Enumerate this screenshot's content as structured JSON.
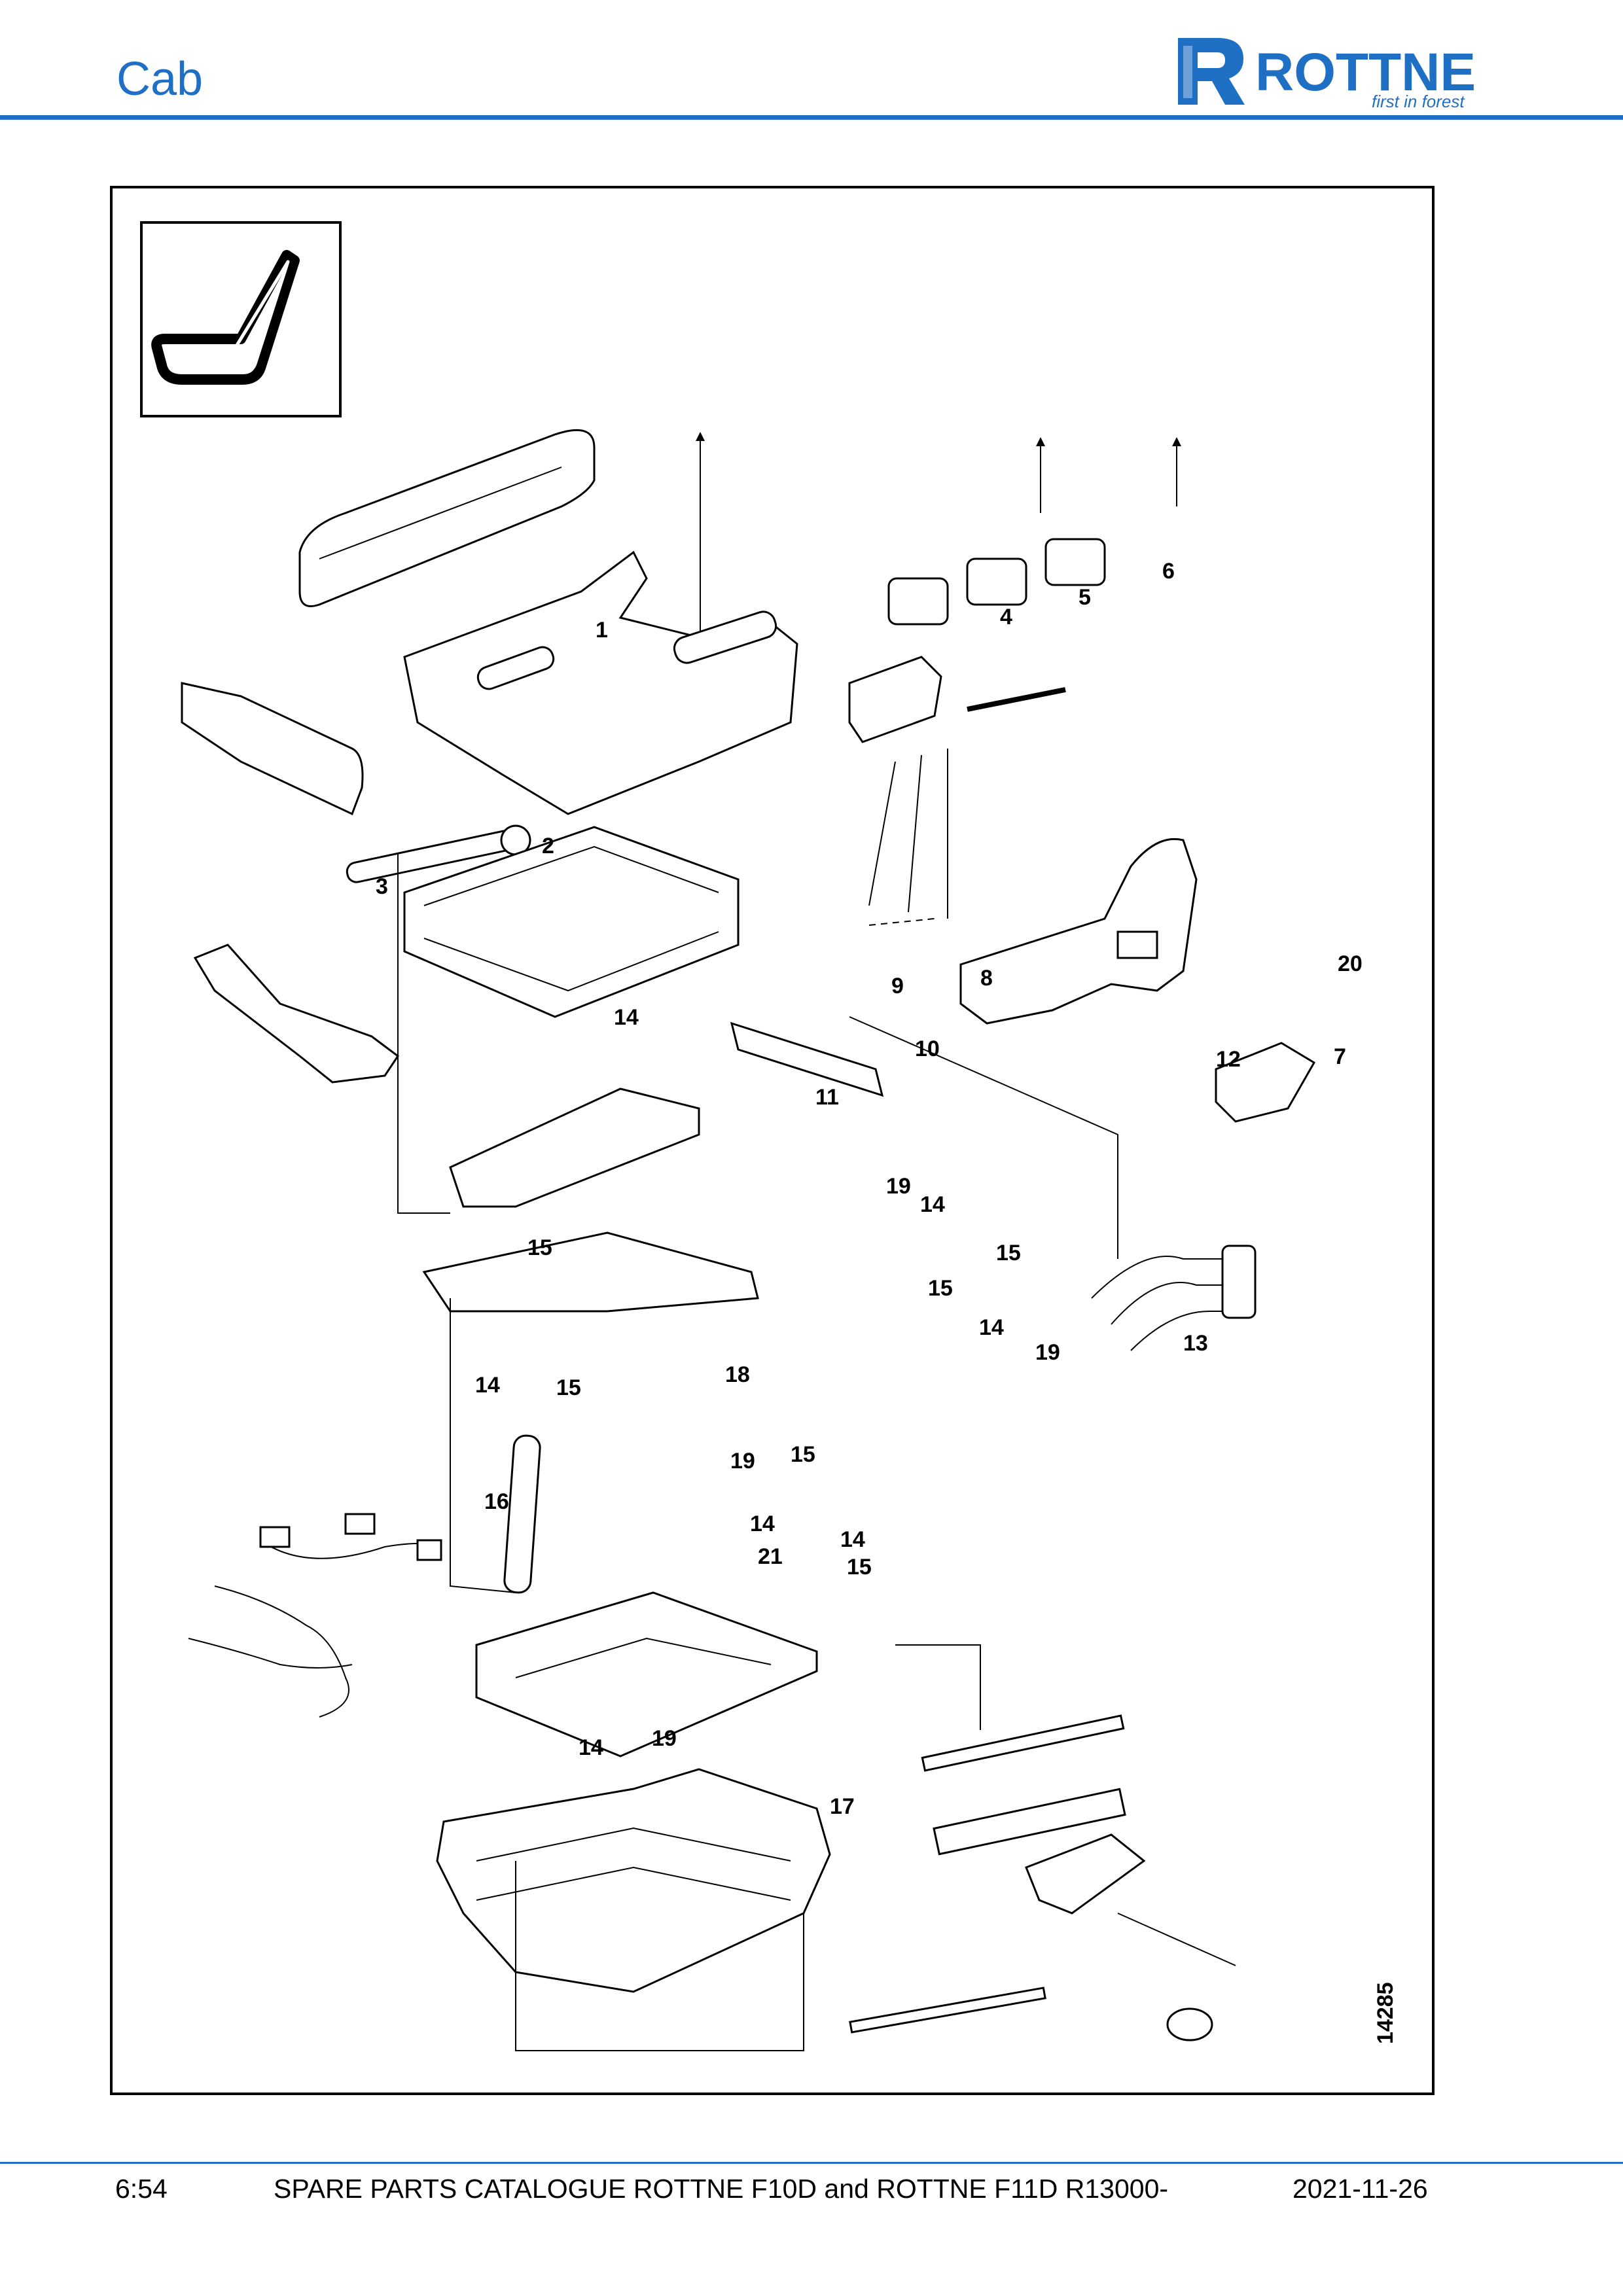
{
  "header": {
    "section_title": "Cab"
  },
  "brand": {
    "name": "ROTTNE",
    "tagline": "first in forest",
    "color": "#1f6fc4"
  },
  "figure": {
    "drawing_number": "14285",
    "callouts": [
      {
        "id": "c1",
        "label": "1"
      },
      {
        "id": "c2",
        "label": "2"
      },
      {
        "id": "c3",
        "label": "3"
      },
      {
        "id": "c4",
        "label": "4"
      },
      {
        "id": "c5",
        "label": "5"
      },
      {
        "id": "c6",
        "label": "6"
      },
      {
        "id": "c7",
        "label": "7"
      },
      {
        "id": "c8",
        "label": "8"
      },
      {
        "id": "c9",
        "label": "9"
      },
      {
        "id": "c10",
        "label": "10"
      },
      {
        "id": "c11",
        "label": "11"
      },
      {
        "id": "c12",
        "label": "12"
      },
      {
        "id": "c13",
        "label": "13"
      },
      {
        "id": "c14a",
        "label": "14"
      },
      {
        "id": "c14b",
        "label": "14"
      },
      {
        "id": "c14c",
        "label": "14"
      },
      {
        "id": "c14d",
        "label": "14"
      },
      {
        "id": "c14e",
        "label": "14"
      },
      {
        "id": "c14f",
        "label": "14"
      },
      {
        "id": "c14g",
        "label": "14"
      },
      {
        "id": "c15a",
        "label": "15"
      },
      {
        "id": "c15b",
        "label": "15"
      },
      {
        "id": "c15c",
        "label": "15"
      },
      {
        "id": "c15d",
        "label": "15"
      },
      {
        "id": "c15e",
        "label": "15"
      },
      {
        "id": "c15f",
        "label": "15"
      },
      {
        "id": "c16",
        "label": "16"
      },
      {
        "id": "c17",
        "label": "17"
      },
      {
        "id": "c18",
        "label": "18"
      },
      {
        "id": "c19a",
        "label": "19"
      },
      {
        "id": "c19b",
        "label": "19"
      },
      {
        "id": "c19c",
        "label": "19"
      },
      {
        "id": "c19d",
        "label": "19"
      },
      {
        "id": "c20",
        "label": "20"
      },
      {
        "id": "c21",
        "label": "21"
      }
    ]
  },
  "footer": {
    "page": "6:54",
    "title": "SPARE PARTS CATALOGUE ROTTNE F10D and ROTTNE F11D R13000-",
    "date": "2021-11-26"
  }
}
